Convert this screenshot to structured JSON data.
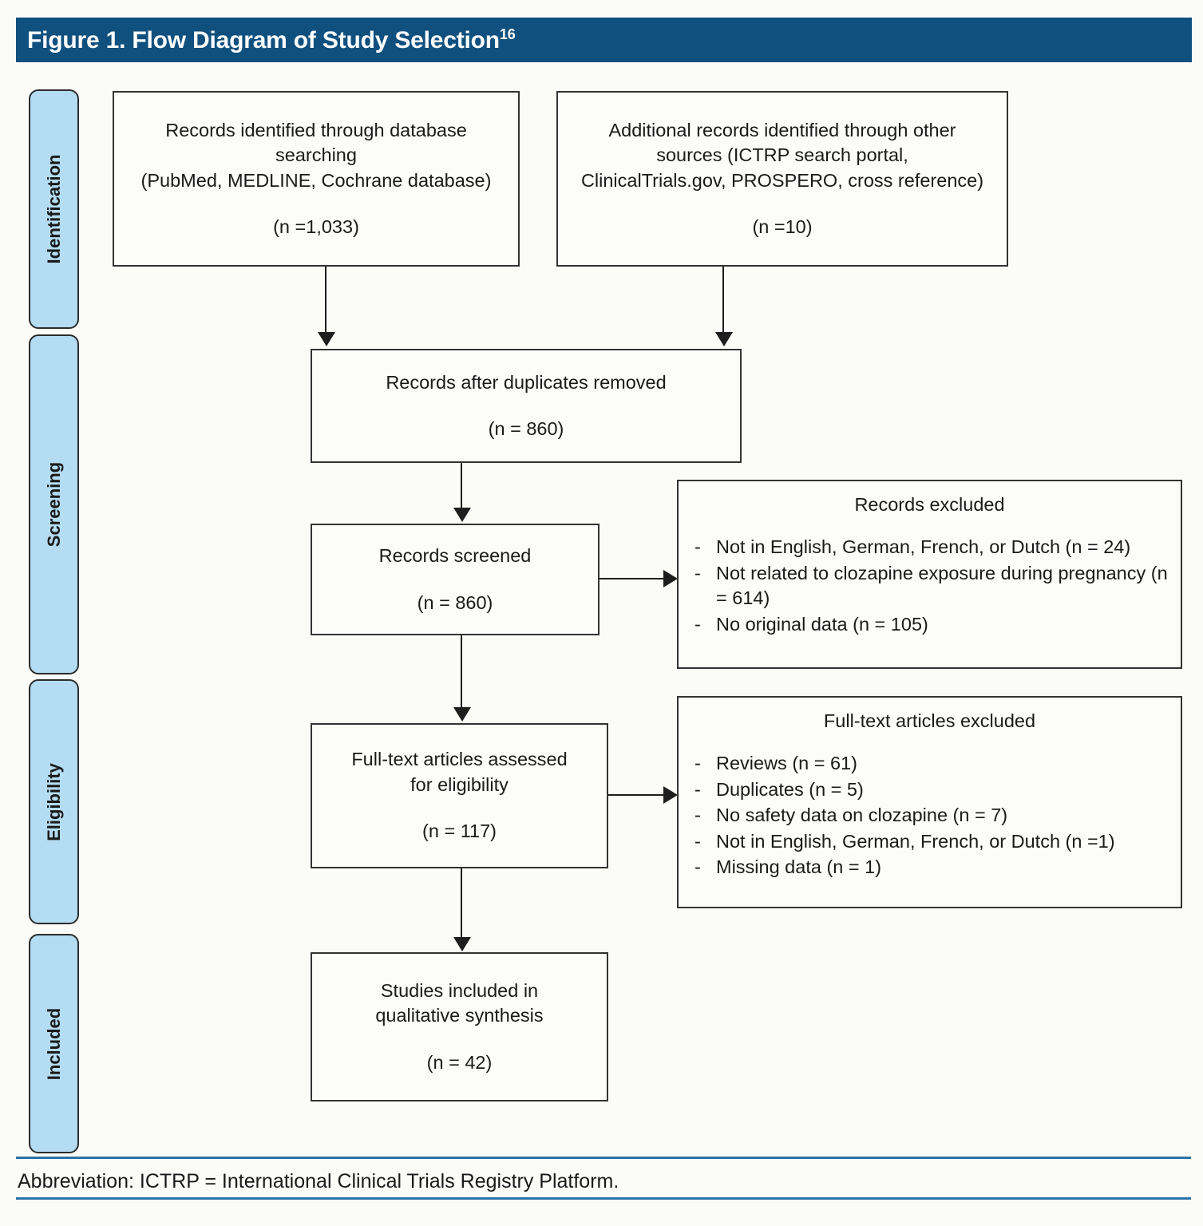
{
  "figure": {
    "title": "Figure 1. Flow Diagram of Study Selection",
    "title_superscript": "16",
    "title_bar_color": "#10507f",
    "stage_pill_color": "#b4dcf2",
    "rule_color": "#2a72a8",
    "background_color": "#fbfbf8"
  },
  "stages": [
    {
      "label": "Identification"
    },
    {
      "label": "Screening"
    },
    {
      "label": "Eligibility"
    },
    {
      "label": "Included"
    }
  ],
  "boxes": {
    "database_search": {
      "line1": "Records identified through database",
      "line2": "searching",
      "line3": "(PubMed, MEDLINE, Cochrane database)",
      "count": "(n =1,033)"
    },
    "other_sources": {
      "line1": "Additional records identified through other",
      "line2": "sources (ICTRP search portal,",
      "line3": "ClinicalTrials.gov, PROSPERO, cross reference)",
      "count": "(n =10)"
    },
    "duplicates_removed": {
      "line1": "Records after duplicates removed",
      "count": "(n = 860)"
    },
    "records_screened": {
      "line1": "Records screened",
      "count": "(n = 860)"
    },
    "fulltext_assessed": {
      "line1": "Full-text articles assessed",
      "line2": "for eligibility",
      "count": "(n = 117)"
    },
    "studies_included": {
      "line1": "Studies included in",
      "line2": "qualitative synthesis",
      "count": "(n = 42)"
    }
  },
  "excluded": {
    "records": {
      "heading": "Records excluded",
      "dash": "-",
      "items": [
        "Not in English, German, French, or Dutch (n = 24)",
        "Not related to clozapine exposure during pregnancy (n = 614)",
        "No original data (n = 105)"
      ]
    },
    "fulltext": {
      "heading": "Full-text articles excluded",
      "dash": "-",
      "items": [
        "Reviews (n = 61)",
        "Duplicates (n = 5)",
        "No safety data on clozapine (n = 7)",
        "Not in English, German, French, or Dutch (n =1)",
        "Missing data (n = 1)"
      ]
    }
  },
  "footer": {
    "note": "Abbreviation: ICTRP = International Clinical Trials Registry Platform."
  }
}
